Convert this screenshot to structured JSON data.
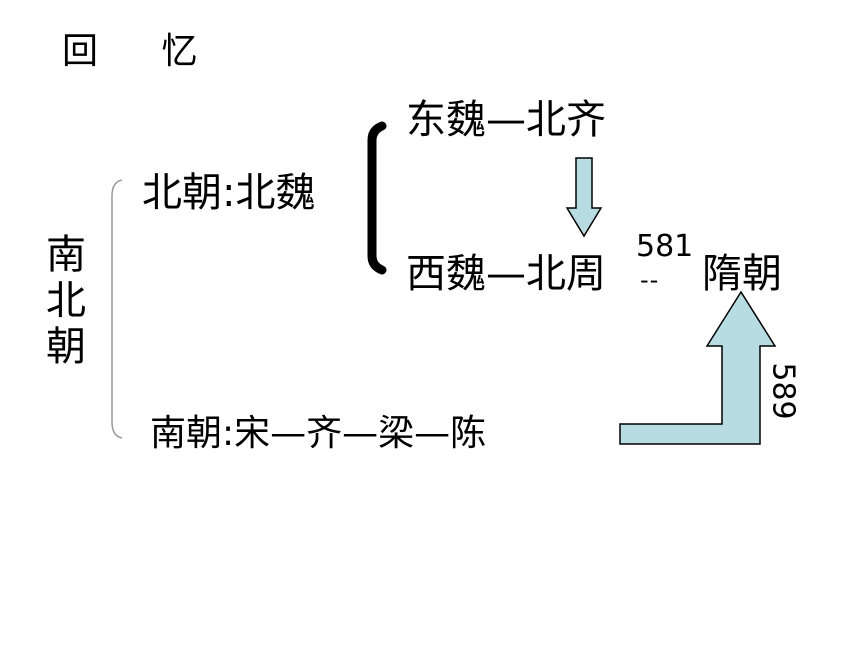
{
  "title": "回 忆",
  "period_vertical": [
    "南",
    "北",
    "朝"
  ],
  "north": {
    "label": "北朝:北魏"
  },
  "east_wei": "东魏—北齐",
  "west_wei": "西魏—北周",
  "sui": "隋朝",
  "connector_dashes": "--",
  "year_581": "581",
  "year_589": "589",
  "south": {
    "label": "南朝:宋—齐—梁—陈"
  },
  "colors": {
    "arrow_fill": "#b7dde3",
    "arrow_stroke": "#000000",
    "bracket": "#000000"
  }
}
